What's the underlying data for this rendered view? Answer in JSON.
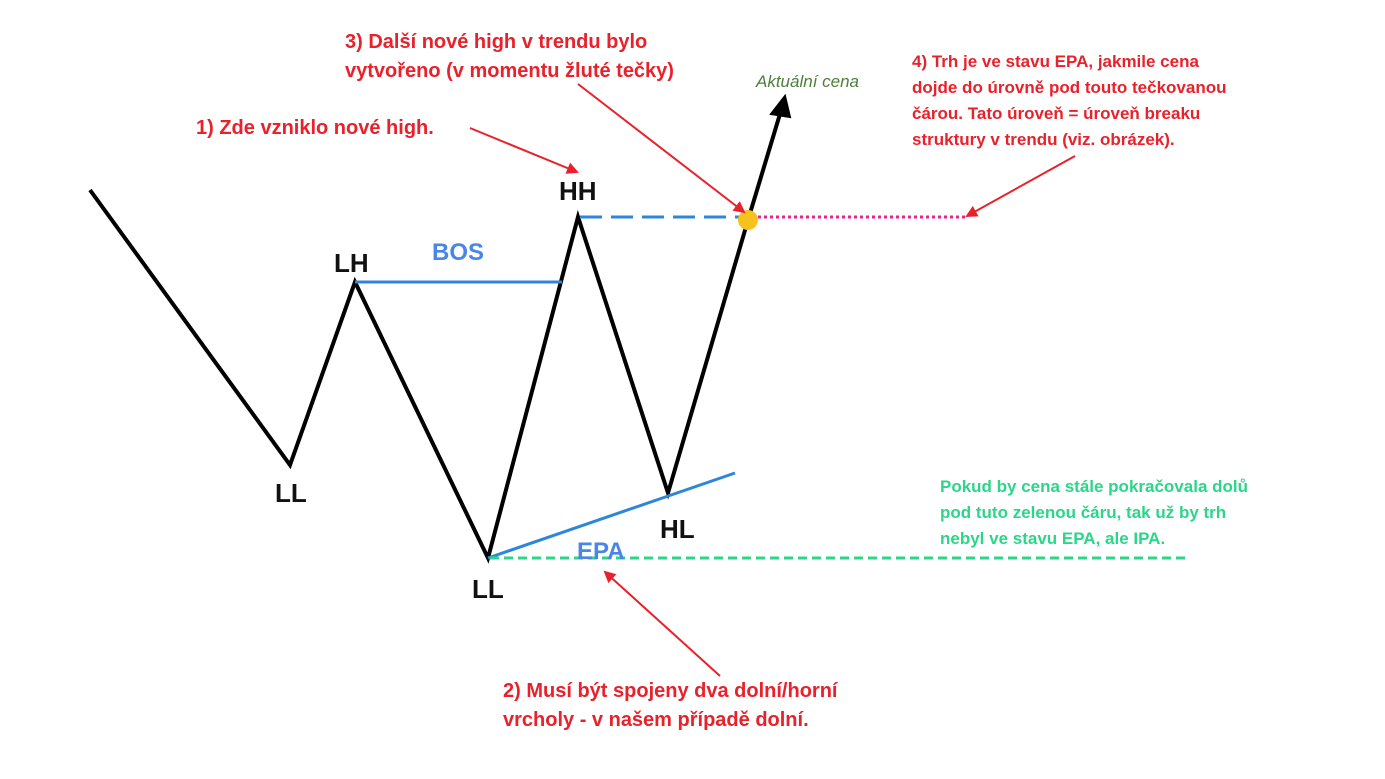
{
  "labels": {
    "ll1": "LL",
    "lh": "LH",
    "ll2": "LL",
    "hh": "HH",
    "hl": "HL",
    "bos": "BOS",
    "epa": "EPA",
    "current_price": "Aktuální cena"
  },
  "notes": {
    "n1": "1) Zde vzniklo nové high.",
    "n2": [
      "2) Musí být spojeny dva dolní/horní",
      "vrcholy - v našem případě dolní."
    ],
    "n3": [
      "3) Další nové high v trendu bylo",
      "vytvořeno (v momentu žluté tečky)"
    ],
    "n4": [
      "4) Trh je ve stavu EPA, jakmile cena",
      "dojde do úrovně pod touto tečkovanou",
      "čárou. Tato úroveň = úroveň breaku",
      "struktury v trendu (viz. obrázek)."
    ],
    "n5": [
      "Pokud by cena stále pokračovala dolů",
      "pod tuto zelenou čáru, tak už by trh",
      "nebyl ve stavu EPA, ale IPA."
    ]
  },
  "colors": {
    "price_line": "#000000",
    "bos_line": "#2d86d9",
    "annotation_red": "#e8212b",
    "green_line": "#2bd68a",
    "pink_dotted": "#e8248c",
    "yellow_dot": "#f7c21b",
    "price_text": "#4e7f3a"
  }
}
